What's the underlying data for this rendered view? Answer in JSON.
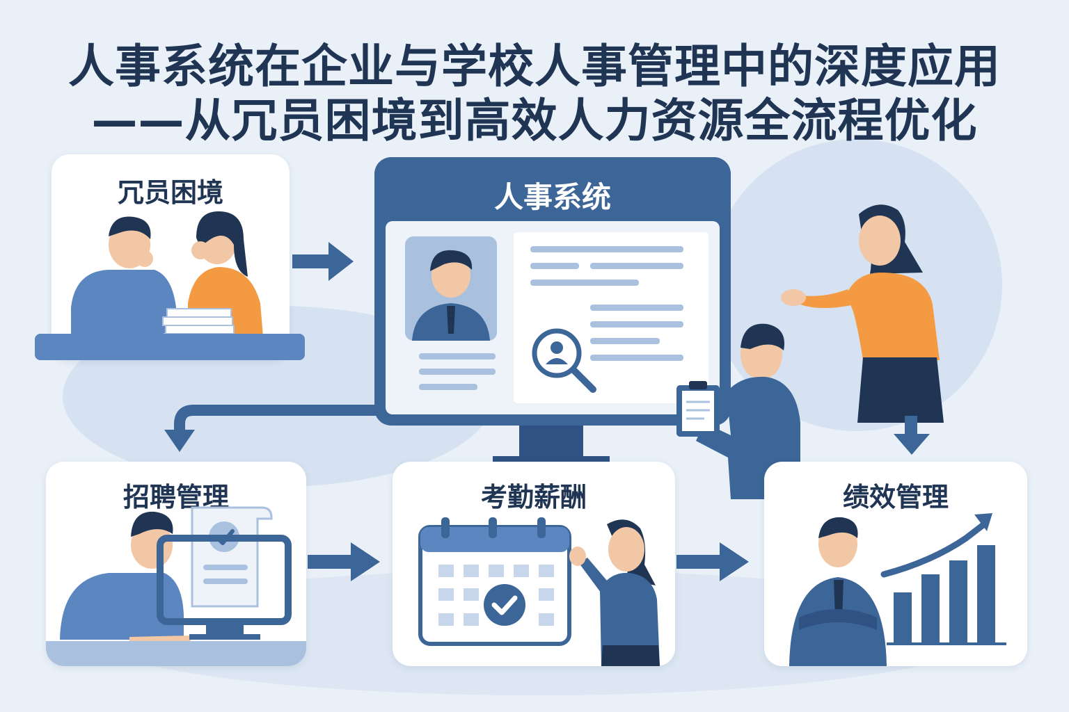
{
  "title": {
    "line1": "人事系统在企业与学校人事管理中的深度应用",
    "line2": "——从冗员困境到高效人力资源全流程优化"
  },
  "nodes": {
    "redundancy": "冗员困境",
    "hr_system": "人事系统",
    "recruitment": "招聘管理",
    "attendance_payroll": "考勤薪酬",
    "performance": "绩效管理"
  },
  "colors": {
    "background": "#e9f0f8",
    "primary_blue": "#3c6598",
    "mid_blue": "#5b86bf",
    "light_blue": "#a9c0de",
    "accent_orange": "#f39a43",
    "title_navy": "#1f3553"
  },
  "icons": [
    "stressed-workers-illustration",
    "paper-stack-icon",
    "profile-photo-icon",
    "magnifier-user-icon",
    "clipboard-icon",
    "document-check-icon",
    "calendar-check-icon",
    "growth-chart-icon",
    "arrow-icon"
  ]
}
